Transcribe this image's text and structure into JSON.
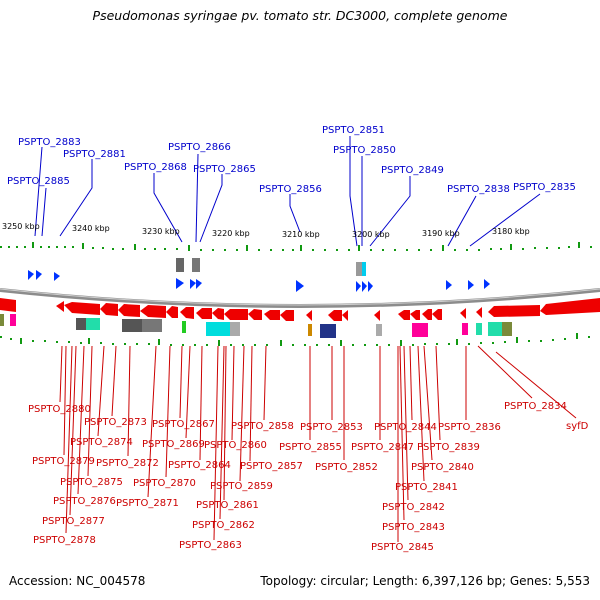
{
  "title": "Pseudomonas syringae pv. tomato str. DC3000, complete genome",
  "accession": "Accession: NC_004578",
  "topology": "Topology: circular; Length: 6,397,126 bp; Genes: 5,553",
  "colors": {
    "forward_gene": "#0033ff",
    "reverse_gene": "#ee0000",
    "forward_label": "#0000cc",
    "reverse_label": "#cc0000",
    "tick": "#119911",
    "backbone": "#8c8c8c"
  },
  "scale_labels": [
    "3250 kbp",
    "3240 kbp",
    "3230 kbp",
    "3220 kbp",
    "3210 kbp",
    "3200 kbp",
    "3190 kbp",
    "3180 kbp"
  ],
  "forward_labels": [
    "PSPTO_2883",
    "PSPTO_2881",
    "PSPTO_2885",
    "PSPTO_2866",
    "PSPTO_2868",
    "PSPTO_2865",
    "PSPTO_2856",
    "PSPTO_2851",
    "PSPTO_2850",
    "PSPTO_2849",
    "PSPTO_2838",
    "PSPTO_2835"
  ],
  "reverse_labels": [
    "PSPTO_2880",
    "PSPTO_2873",
    "PSPTO_2874",
    "PSPTO_2879",
    "PSPTO_2872",
    "PSPTO_2875",
    "PSPTO_2876",
    "PSPTO_2877",
    "PSPTO_2878",
    "PSPTO_2871",
    "PSPTO_2870",
    "PSPTO_2867",
    "PSPTO_2869",
    "PSPTO_2864",
    "PSPTO_2858",
    "PSPTO_2860",
    "PSPTO_2857",
    "PSPTO_2859",
    "PSPTO_2861",
    "PSPTO_2862",
    "PSPTO_2863",
    "PSPTO_2853",
    "PSPTO_2855",
    "PSPTO_2852",
    "PSPTO_2844",
    "PSPTO_2847",
    "PSPTO_2842",
    "PSPTO_2843",
    "PSPTO_2845",
    "PSPTO_2841",
    "PSPTO_2840",
    "PSPTO_2839",
    "PSPTO_2836",
    "PSPTO_2834",
    "syfD"
  ]
}
